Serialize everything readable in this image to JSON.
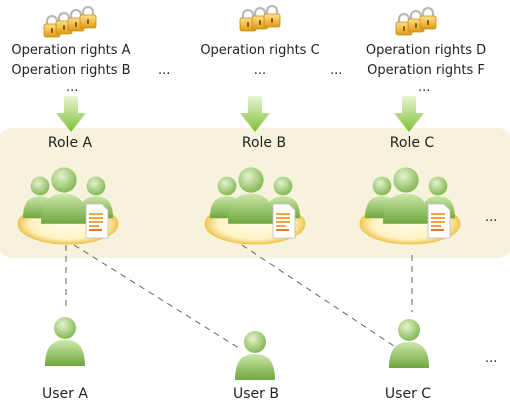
{
  "rights_groups": [
    {
      "lines": [
        "Operation rights A",
        "Operation rights B"
      ],
      "more": "..."
    },
    {
      "lines": [
        "Operation rights C",
        "..."
      ],
      "more": ""
    },
    {
      "lines": [
        "Operation rights D",
        "Operation rights F"
      ],
      "more": "..."
    }
  ],
  "between_groups_ellipsis": [
    "...",
    "..."
  ],
  "roles": [
    {
      "label": "Role A"
    },
    {
      "label": "Role B"
    },
    {
      "label": "Role C"
    }
  ],
  "roles_more": "...",
  "users": [
    {
      "label": "User A"
    },
    {
      "label": "User B"
    },
    {
      "label": "User C"
    }
  ],
  "users_more": "...",
  "colors": {
    "role_band": "#f6f2dc",
    "person_green": "#8fc45a",
    "person_green_light": "#c9e5a9",
    "lock_gold": "#f0b429",
    "arrow_green": "#8cc63f",
    "connector": "#666666",
    "halo": "#f3cf6a"
  },
  "icons": [
    "lock-icon",
    "arrow-down-icon",
    "user-group-icon",
    "document-icon",
    "user-icon"
  ]
}
